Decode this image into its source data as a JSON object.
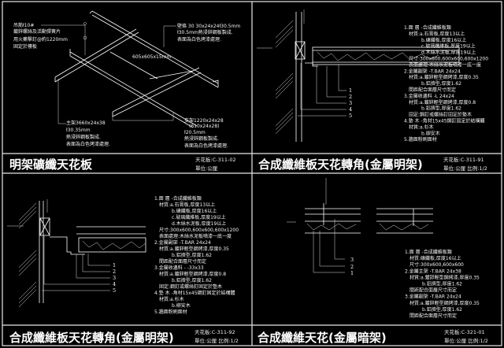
{
  "panels": [
    {
      "title": "明架礦纖天花板",
      "code": "天花板:C-311-02",
      "unit": "單位:公厘",
      "labels": {
        "hanger": [
          "吊筋ł10#",
          "鍍鋅螺絲及活動彈簧片",
          "用火藥擊釘@約1220mm",
          "固定於樓板"
        ],
        "wall_angle": [
          "壁條 30 30x24x24ł30.5mm",
          "ł30.5mm熱浸鋅鋼板製成.",
          "表面為白色烤漆處理."
        ],
        "board": "605x605x15mm",
        "main_runner": [
          "主架3660x24x38",
          "ł30.35mm",
          "熱浸鋅鋼板製成.",
          "表面為白色烤漆處理."
        ],
        "cross_tee": [
          "支架1220x24x28",
          "(610x24x28)",
          "ł20.5mm",
          "熱浸鋅鋼板製成.",
          "表面為白色烤漆處理."
        ]
      }
    },
    {
      "title": "合成纖維板天花轉角(金屬明架)",
      "code": "天花板:C-311-91",
      "unit": "單位:公厘  比例:1/2",
      "callouts": [
        "1",
        "2",
        "3",
        "4",
        "5"
      ],
      "notes": [
        {
          "text": "1.面  層 -合成纖維板類",
          "level": 0
        },
        {
          "text": "材質:a.石膏板,厚度13以上",
          "level": 1
        },
        {
          "text": "b.礦纖板,厚度16以上",
          "level": 2
        },
        {
          "text": "c.玻璃纖維板,厚度19以上",
          "level": 2
        },
        {
          "text": "d.木絲水泥板,厚度19以上",
          "level": 2
        },
        {
          "text": "尺寸:300x600,600x600,600x1200",
          "level": 1
        },
        {
          "text": "表面處理:木絲水泥板噴漆一底一度",
          "level": 1
        },
        {
          "text": "2.金屬副架 -T.BAR 24x24",
          "level": 0
        },
        {
          "text": "材質:a.鍍鋅輕型鋼烤漆,厚度0.35",
          "level": 1
        },
        {
          "text": "b.鋁擠型,厚度1.62",
          "level": 2
        },
        {
          "text": "間距配合面層尺寸而定",
          "level": 1
        },
        {
          "text": "3.金屬收邊料 -L 24x24",
          "level": 0
        },
        {
          "text": "材質:a.鍍鋅輕型鋼烤漆,厚度0.8",
          "level": 1
        },
        {
          "text": "b.鋁擠型,厚度1.62",
          "level": 2
        },
        {
          "text": "固定:鋼釘或螺絲釘固定於墊木",
          "level": 1
        },
        {
          "text": "4.墊  木 -角材15x45鋼釘固定於結構體",
          "level": 0
        },
        {
          "text": "材質:a.杉木",
          "level": 1
        },
        {
          "text": "b.柳安木",
          "level": 2
        },
        {
          "text": "5.牆面粉刷面材",
          "level": 0
        }
      ]
    },
    {
      "title": "合成纖維板天花轉角(金屬明架)",
      "code": "天花板:C-311-92",
      "unit": "單位:公厘  比例:1/2",
      "callouts": [
        "1",
        "2",
        "3",
        "4",
        "5"
      ],
      "notes": [
        {
          "text": "1.面  層 -合成纖維板類",
          "level": 0
        },
        {
          "text": "材質:a.石膏板,厚度13以上",
          "level": 1
        },
        {
          "text": "b.礦纖板,厚度16以上",
          "level": 2
        },
        {
          "text": "c.玻璃纖維板,厚度19以上",
          "level": 2
        },
        {
          "text": "d.木絲水泥板,厚度19以上",
          "level": 2
        },
        {
          "text": "尺寸:300x600,600x600,600x1200",
          "level": 1
        },
        {
          "text": "表面處理:木絲水泥板噴漆一底一度",
          "level": 1
        },
        {
          "text": "2.金屬副架 -T.BAR 24x24",
          "level": 0
        },
        {
          "text": "材質:a.鍍鋅輕型鋼烤漆,厚度0.35",
          "level": 1
        },
        {
          "text": "b.鋁擠型,厚度1.62",
          "level": 2
        },
        {
          "text": "間距配合面層尺寸而定",
          "level": 1
        },
        {
          "text": "3.金屬收邊料 - -33x33",
          "level": 0
        },
        {
          "text": "材質:a.鍍鋅輕型鋼烤漆,厚度0.8",
          "level": 1
        },
        {
          "text": "b.鋁擠型,厚度1.62",
          "level": 2
        },
        {
          "text": "固定:鋼釘或螺絲釘固定於墊木",
          "level": 1
        },
        {
          "text": "4.墊  木 -角材15x45鋼釘固定於結構體",
          "level": 0
        },
        {
          "text": "材質:a.杉木",
          "level": 1
        },
        {
          "text": "b.柳安木",
          "level": 2
        },
        {
          "text": "5.牆面粉刷面材",
          "level": 0
        }
      ]
    },
    {
      "title": "合成纖維天花(金屬暗架)",
      "code": "天花板:C-321-01",
      "unit": "單位:公厘  比例:1/2",
      "callouts": [
        "3",
        "2",
        "1"
      ],
      "notes": [
        {
          "text": "1.面  層 -合成纖維板類",
          "level": 0
        },
        {
          "text": "材質:礦纖板,厚度16以上",
          "level": 1
        },
        {
          "text": "尺寸:300x600,600x600",
          "level": 1
        },
        {
          "text": "2.金屬主架 -T.BAR 24x38",
          "level": 0
        },
        {
          "text": "材質:a.鍍鋅輕型鋼烤漆,厚度0.35",
          "level": 1
        },
        {
          "text": "b.鋁擠型,厚度1.62",
          "level": 2
        },
        {
          "text": "間距配合面層尺寸而定",
          "level": 1
        },
        {
          "text": "3.金屬副架 -T.BAR 24x24",
          "level": 0
        },
        {
          "text": "材質:a.鍍鋅輕型鋼烤漆,厚度0.35",
          "level": 1
        },
        {
          "text": "b.鋁擠型,厚度1.62",
          "level": 2
        },
        {
          "text": "間距配合面層尺寸而定",
          "level": 1
        }
      ]
    }
  ]
}
